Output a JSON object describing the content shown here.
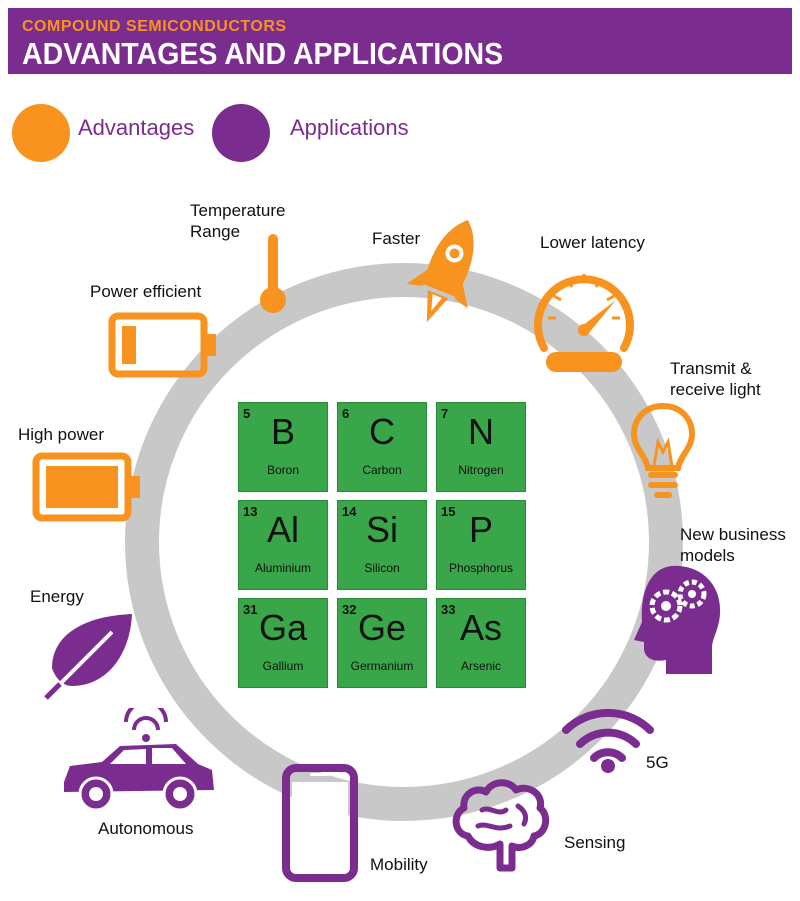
{
  "header": {
    "kicker": "COMPOUND SEMICONDUCTORS",
    "title": "ADVANTAGES AND APPLICATIONS"
  },
  "legend": [
    {
      "label": "Advantages",
      "color": "#f7931e"
    },
    {
      "label": "Applications",
      "color": "#7b2c8f"
    }
  ],
  "colors": {
    "advantage": "#f7931e",
    "application": "#7b2c8f",
    "ring": "#c8c8c8",
    "tile": "#3aa64a"
  },
  "labels": {
    "temperature": "Temperature Range",
    "faster": "Faster",
    "latency": "Lower latency",
    "power_efficient": "Power efficient",
    "transmit": "Transmit & receive light",
    "high_power": "High power",
    "business": "New business models",
    "energy": "Energy",
    "fiveg": "5G",
    "autonomous": "Autonomous",
    "sensing": "Sensing",
    "mobility": "Mobility"
  },
  "elements": [
    {
      "number": "5",
      "symbol": "B",
      "name": "Boron"
    },
    {
      "number": "6",
      "symbol": "C",
      "name": "Carbon"
    },
    {
      "number": "7",
      "symbol": "N",
      "name": "Nitrogen"
    },
    {
      "number": "13",
      "symbol": "Al",
      "name": "Aluminium"
    },
    {
      "number": "14",
      "symbol": "Si",
      "name": "Silicon"
    },
    {
      "number": "15",
      "symbol": "P",
      "name": "Phosphorus"
    },
    {
      "number": "31",
      "symbol": "Ga",
      "name": "Gallium"
    },
    {
      "number": "32",
      "symbol": "Ge",
      "name": "Germanium"
    },
    {
      "number": "33",
      "symbol": "As",
      "name": "Arsenic"
    }
  ]
}
